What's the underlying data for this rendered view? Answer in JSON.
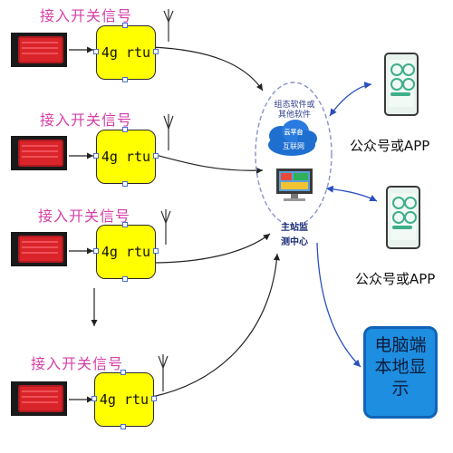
{
  "signal_label": "接入开关信号",
  "rtu_label": "4g rtu",
  "cloud": {
    "caption_line1": "组态软件或",
    "caption_line2": "其他软件",
    "logo_text": "云平台",
    "network_label": "互联网"
  },
  "station": {
    "line1": "主站监",
    "line2": "测中心"
  },
  "public_app_label": "公众号或APP",
  "pc_display": {
    "line1": "电脑端",
    "line2": "本地显",
    "line3": "示"
  },
  "colors": {
    "rtu_fill": "#ffff00",
    "label_magenta": "#d63fa8",
    "arrow_blue": "#2a4fc0",
    "pc_fill": "#1e8ee0"
  }
}
